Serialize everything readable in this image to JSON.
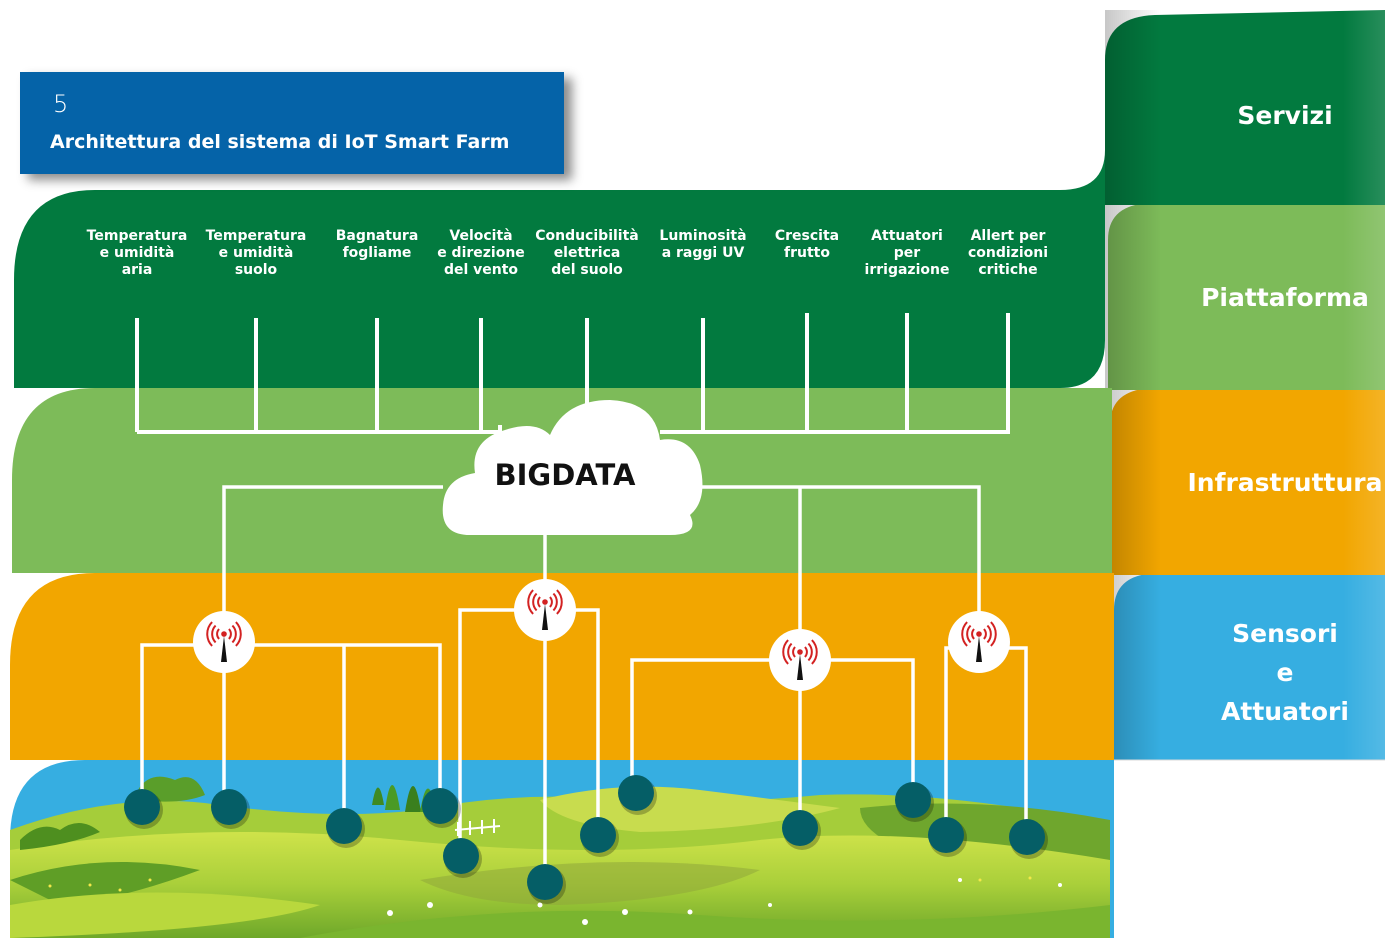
{
  "header": {
    "number": "5",
    "title": "Architettura del sistema di IoT Smart Farm"
  },
  "layers": [
    {
      "label": "Servizi",
      "color": "#027a3f"
    },
    {
      "label": "Piattaforma",
      "color": "#7dbb59"
    },
    {
      "label": "Infrastruttura",
      "color": "#f2a600"
    },
    {
      "label": "Sensori\ne\nAttuatori",
      "color": "#36aee1"
    }
  ],
  "services": [
    "Temperatura\ne umidità\naria",
    "Temperatura\ne umidità\nsuolo",
    "Bagnatura\nfogliame",
    "Velocità\ne direzione\ndel vento",
    "Conducibilità\nelettrica\ndel suolo",
    "Luminosità\na raggi UV",
    "Crescita\nfrutto",
    "Attuatori\nper\nirrigazione",
    "Allert per\ncondizioni\ncritiche"
  ],
  "cloud": {
    "label": "BIGDATA"
  },
  "icons": {
    "antenna": "wireless-antenna-icon",
    "sensor": "sensor-node-icon",
    "landscape": "farm-landscape-illustration"
  }
}
